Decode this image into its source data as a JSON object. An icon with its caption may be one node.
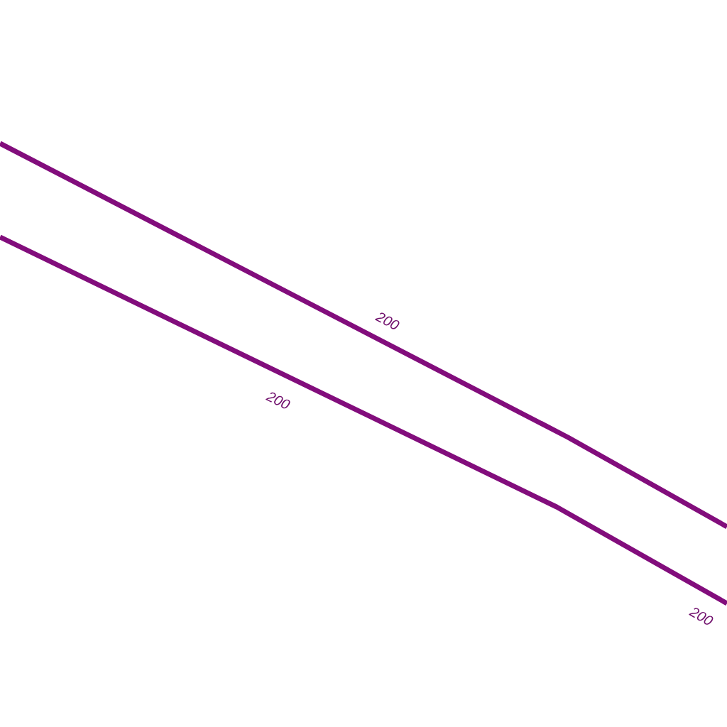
{
  "diagram": {
    "labels": [
      "200",
      "200",
      "200"
    ]
  }
}
